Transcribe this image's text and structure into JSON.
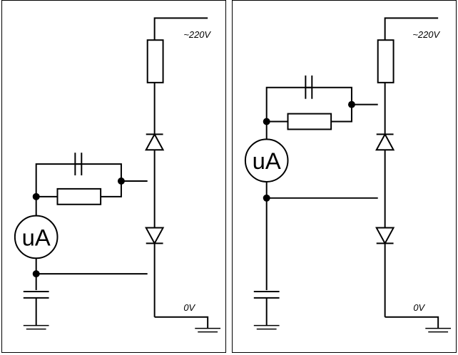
{
  "left": {
    "supply_label": "~220V",
    "ground_label": "0V",
    "meter_label": "uA"
  },
  "right": {
    "supply_label": "~220V",
    "ground_label": "0V",
    "meter_label": "uA"
  }
}
